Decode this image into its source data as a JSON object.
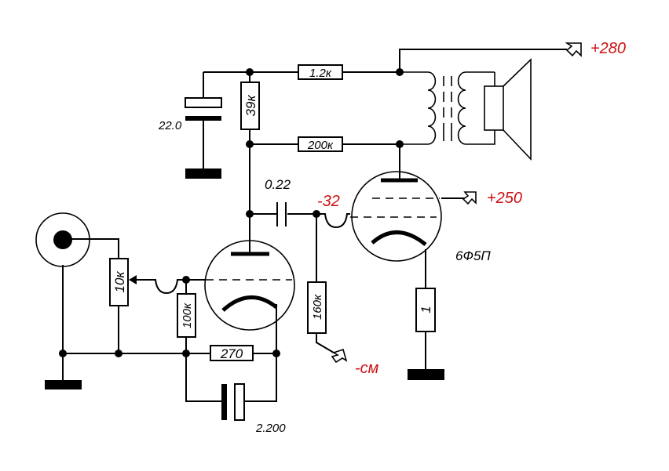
{
  "diagram": {
    "title": "Single-ended 6F5P tube amplifier schematic",
    "colors": {
      "wire": "#000000",
      "voltage_label": "#cc1111"
    },
    "resistors": [
      {
        "id": "r-1k2",
        "label": "1.2к"
      },
      {
        "id": "r-39k",
        "label": "39к"
      },
      {
        "id": "r-200k",
        "label": "200к"
      },
      {
        "id": "r-10k-pot",
        "label": "10к"
      },
      {
        "id": "r-100k",
        "label": "100к"
      },
      {
        "id": "r-270",
        "label": "270"
      },
      {
        "id": "r-160k",
        "label": "160к"
      },
      {
        "id": "r-1",
        "label": "1"
      }
    ],
    "capacitors": [
      {
        "id": "c-22",
        "label": "22.0"
      },
      {
        "id": "c-022",
        "label": "0.22"
      },
      {
        "id": "c-2200",
        "label": "2.200"
      }
    ],
    "voltages": [
      {
        "id": "v-280",
        "label": "+280"
      },
      {
        "id": "v-250",
        "label": "+250"
      },
      {
        "id": "v-32",
        "label": "-32"
      },
      {
        "id": "v-bias",
        "label": "-см"
      }
    ],
    "tube_label": "6Ф5П"
  }
}
